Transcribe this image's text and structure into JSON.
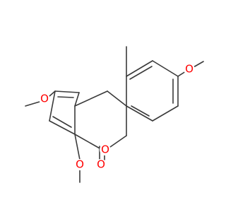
{
  "molecule": {
    "atoms": {
      "ring_oxygen": "O",
      "carbonyl_oxygen": "O",
      "methoxy_oxygen_top_right": "O",
      "methoxy_oxygen_left": "O",
      "methoxy_oxygen_bottom": "O"
    },
    "colors": {
      "oxygen": "#ff0000",
      "bond": "#3a3a3a",
      "background": "#ffffff"
    }
  }
}
